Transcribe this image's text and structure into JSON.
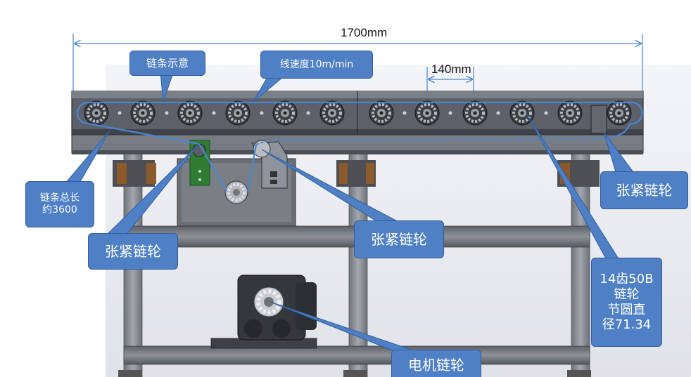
{
  "dimensions": {
    "overall_width": "1700mm",
    "sprocket_pitch": "140mm"
  },
  "callouts": {
    "chain_schematic": "链条示意",
    "line_speed": "线速度10m/min",
    "chain_total_length": [
      "链条总长",
      "约3600"
    ],
    "tensioner_right": "张紧链轮",
    "tensioner_left": "张紧链轮",
    "tensioner_middle": "张紧链轮",
    "sprocket_spec": [
      "14齿50B",
      "链轮",
      "节圆直",
      "径71.34"
    ],
    "motor_sprocket": "电机链轮"
  },
  "colors": {
    "callout_fill": "#4f7fc4",
    "callout_border": "#2f5f9f",
    "chain_line": "#4a86d0",
    "frame_steel": "#8e939c",
    "bracket_green": "#2e7d32",
    "bearing_brown": "#8a5a2b"
  }
}
